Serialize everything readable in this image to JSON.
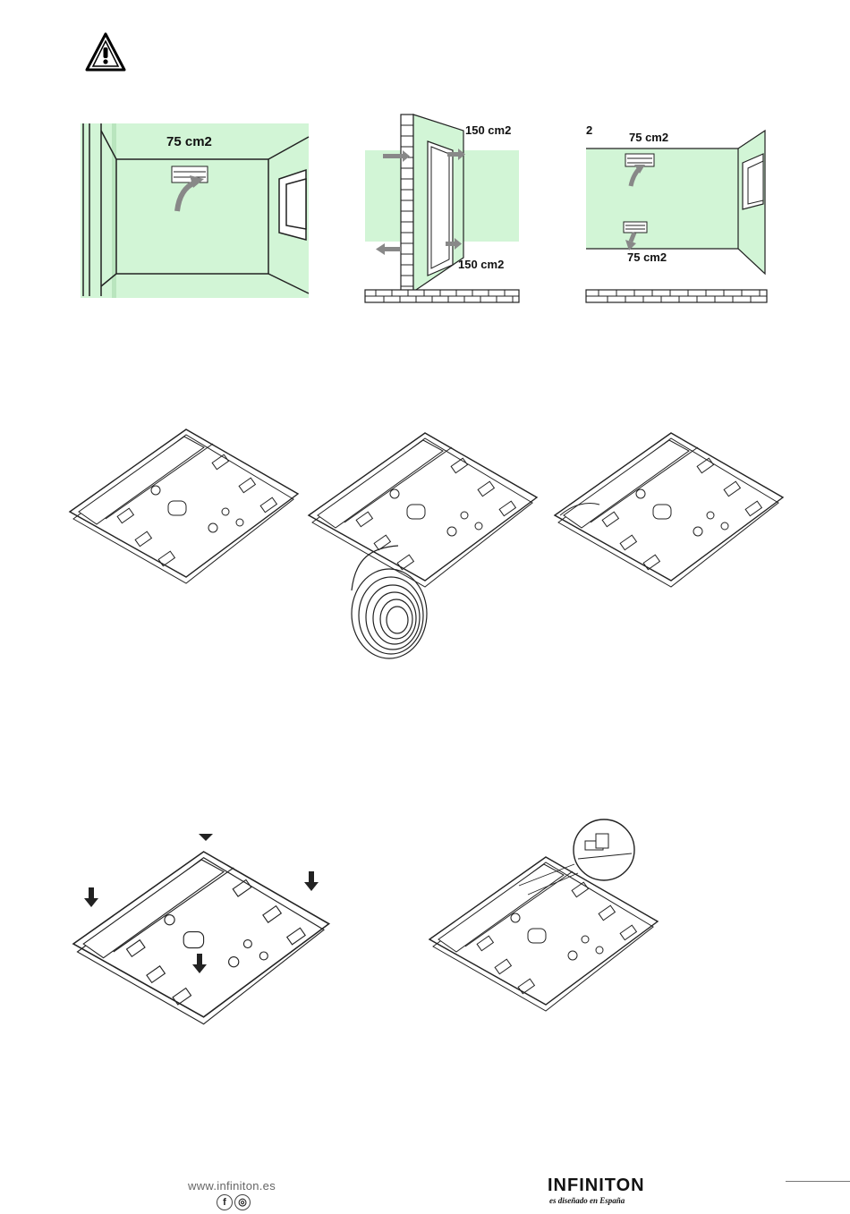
{
  "ventilation": {
    "fig1_label": "75 cm2",
    "fig2_label_top": "150 cm2",
    "fig2_label_bottom": "150 cm2",
    "fig3_label_corner": "2",
    "fig3_label_top": "75 cm2",
    "fig3_label_bottom": "75 cm2"
  },
  "footer": {
    "url": "www.infiniton.es",
    "facebook_glyph": "f",
    "instagram_glyph": "◎",
    "brand": "INFINITON",
    "tagline": "es diseñado en España"
  },
  "colors": {
    "wall_green": "#d2f5d6",
    "outline": "#222222"
  }
}
